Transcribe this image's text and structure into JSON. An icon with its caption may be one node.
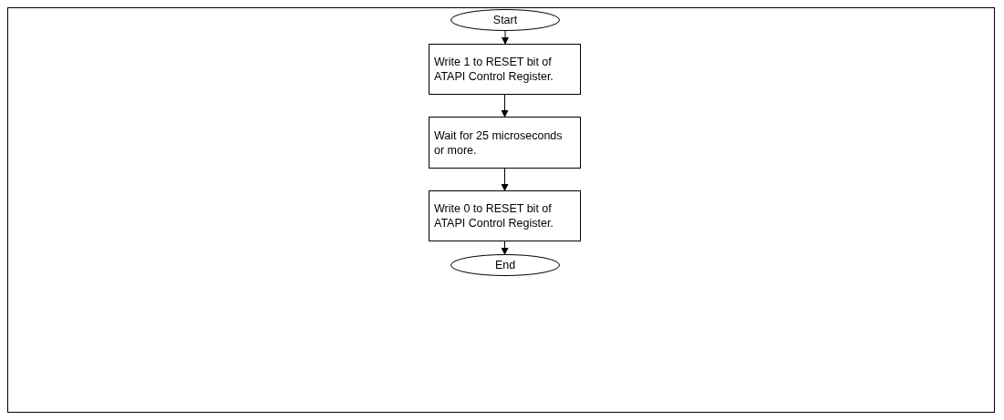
{
  "diagram": {
    "nodes": [
      {
        "text": [
          "Start"
        ]
      },
      {
        "text": [
          "Write 1 to RESET bit of ATAPI Control Register."
        ]
      },
      {
        "text": [
          "Wait for 25 microseconds or more."
        ]
      },
      {
        "text": [
          "Write 0 to RESET bit of ATAPI Control Register."
        ]
      },
      {
        "text": [
          "End"
        ]
      }
    ],
    "edges": [
      {
        "from": 0,
        "to": 1,
        "arrow": "to"
      },
      {
        "from": 1,
        "to": 2,
        "arrow": "to"
      },
      {
        "from": 2,
        "to": 3,
        "arrow": "to"
      },
      {
        "from": 3,
        "to": 4,
        "arrow": "to"
      }
    ]
  }
}
